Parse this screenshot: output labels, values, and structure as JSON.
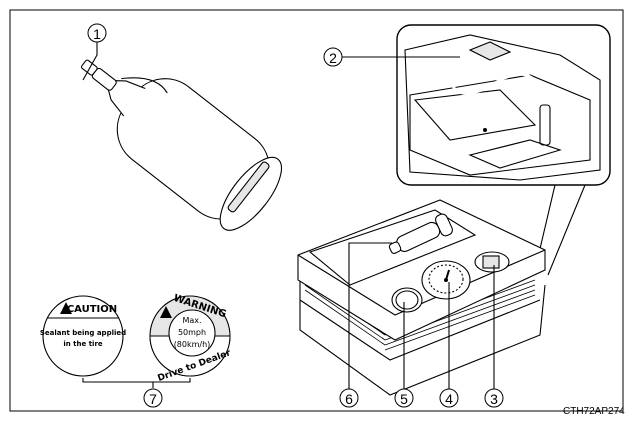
{
  "figure_code": "CTH72AP274",
  "callouts": [
    "1",
    "2",
    "3",
    "4",
    "5",
    "6",
    "7"
  ],
  "caution_sticker": {
    "header": "CAUTION",
    "line1": "Sealant being applied",
    "line2": "in the tire"
  },
  "warning_sticker": {
    "header": "WARNING",
    "line1": "Max.",
    "line2": "50mph",
    "line3": "(80km/h)",
    "footer": "Drive to Dealer"
  }
}
